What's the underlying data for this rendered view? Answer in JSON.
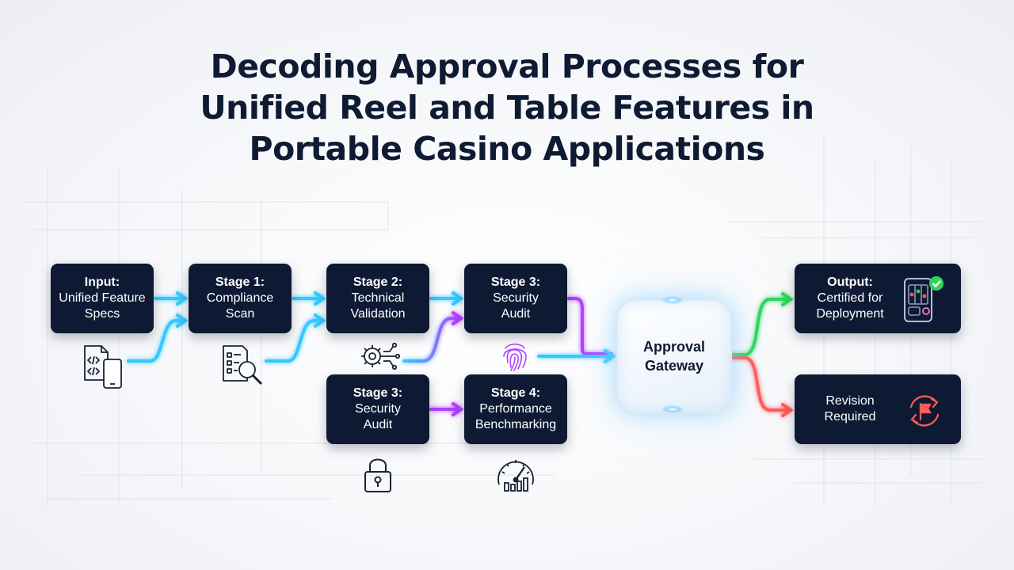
{
  "title_lines": [
    "Decoding Approval Processes for",
    "Unified Reel and Table Features in",
    "Portable Casino Applications"
  ],
  "nodes": {
    "input": {
      "title": "Input:",
      "lines": [
        "Unified Feature",
        "Specs"
      ]
    },
    "stage1": {
      "title": "Stage 1:",
      "lines": [
        "Compliance",
        "Scan"
      ]
    },
    "stage2": {
      "title": "Stage 2:",
      "lines": [
        "Technical",
        "Validation"
      ]
    },
    "stage3_top": {
      "title": "Stage 3:",
      "lines": [
        "Security",
        "Audit"
      ]
    },
    "stage3_bottom": {
      "title": "Stage 3:",
      "lines": [
        "Security",
        "Audit"
      ]
    },
    "stage4": {
      "title": "Stage 4:",
      "lines": [
        "Performance",
        "Benchmarking"
      ]
    },
    "output": {
      "title": "Output:",
      "lines": [
        "Certified for",
        "Deployment"
      ]
    },
    "revision": {
      "title": "Revision",
      "lines": [
        "Required"
      ]
    }
  },
  "gateway": {
    "lines": [
      "Approval",
      "Gateway"
    ]
  },
  "colors": {
    "node_bg": "#0e1a33",
    "cyan": "#35c8ff",
    "purple": "#b040ff",
    "green": "#2fd45a",
    "red": "#ff5a5a",
    "title": "#0f1b33"
  },
  "icons": [
    "code-document-phone-icon",
    "magnifier-document-icon",
    "gear-circuit-icon",
    "fingerprint-icon",
    "lock-icon",
    "speedometer-chart-icon",
    "phone-slot-check-icon",
    "revision-flag-icon"
  ]
}
